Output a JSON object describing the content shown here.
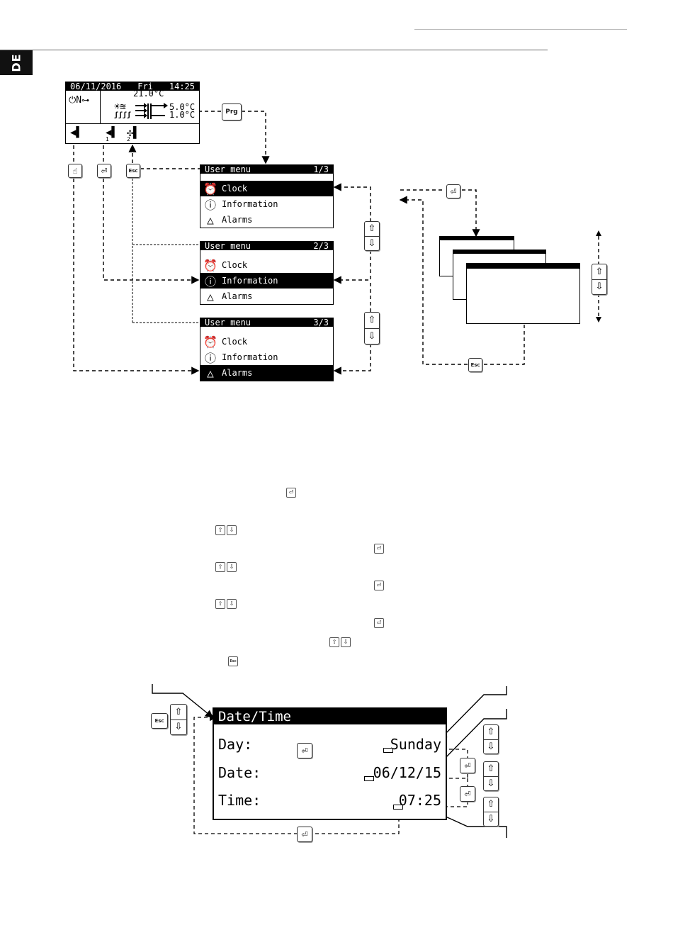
{
  "lang_tab": "DE",
  "main_screen": {
    "date": "06/11/2016",
    "day": "Fri",
    "time": "14:25",
    "temp_main": "21.0°C",
    "temp_out1": "5.0°C",
    "temp_out2": "1.0°C",
    "on_label": "N",
    "sub1": "1",
    "sub2": "2"
  },
  "keys": {
    "prg": "Prg",
    "esc": "Esc",
    "enter": "⏎",
    "up": "⇧",
    "down": "⇩",
    "pointer": "☝"
  },
  "menus": [
    {
      "title": "User menu",
      "page": "1/3",
      "items": [
        "Clock",
        "Information",
        "Alarms"
      ],
      "selected": 0
    },
    {
      "title": "User menu",
      "page": "2/3",
      "items": [
        "Clock",
        "Information",
        "Alarms"
      ],
      "selected": 1
    },
    {
      "title": "User menu",
      "page": "3/3",
      "items": [
        "Clock",
        "Information",
        "Alarms"
      ],
      "selected": 2
    }
  ],
  "date_time_screen": {
    "title": "Date/Time",
    "day_label": "Day:",
    "day_value": "Sunday",
    "date_label": "Date:",
    "date_value": "06/12/15",
    "time_label": "Time:",
    "time_value": "07:25"
  }
}
